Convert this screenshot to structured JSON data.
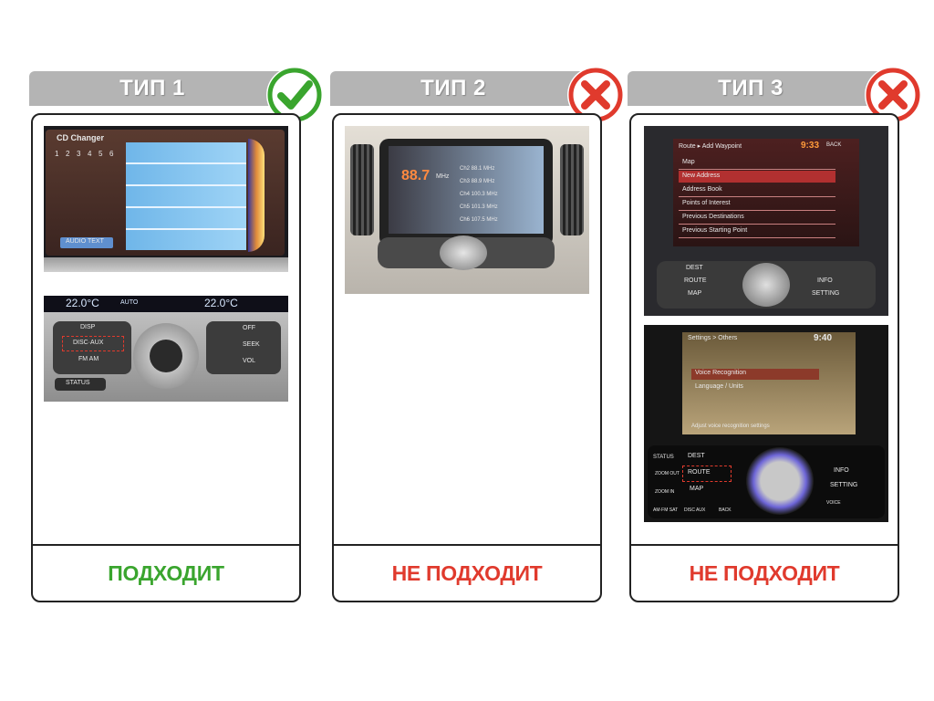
{
  "columns": [
    {
      "tab_label": "ТИП 1",
      "status_label": "ПОДХОДИТ",
      "status_color": "#3aa52e",
      "badge": "check-icon",
      "screen1": {
        "title": "CD Changer",
        "slots": [
          "1",
          "2",
          "3",
          "4",
          "5",
          "6"
        ],
        "button": "AUDIO TEXT"
      },
      "screen2": {
        "temp_left": "22.0°C",
        "mode": "AUTO",
        "temp_right": "22.0°C",
        "buttons": [
          "DISP",
          "DISC·AUX",
          "FM AM",
          "STATUS",
          "OFF",
          "SEEK",
          "VOL"
        ]
      }
    },
    {
      "tab_label": "ТИП 2",
      "status_label": "НЕ ПОДХОДИТ",
      "status_color": "#e03a2d",
      "badge": "cross-icon",
      "screen1": {
        "frequency": "88.7",
        "unit": "MHz",
        "presets": [
          "Ch2 88.1 MHz",
          "Ch3 88.9 MHz",
          "Ch4 100.3 MHz",
          "Ch5 101.3 MHz",
          "Ch6 107.5 MHz"
        ]
      }
    },
    {
      "tab_label": "ТИП 3",
      "status_label": "НЕ ПОДХОДИТ",
      "status_color": "#e03a2d",
      "badge": "cross-icon",
      "screen1": {
        "title": "Route ▸ Add Waypoint",
        "time": "9:33",
        "back": "BACK",
        "menu": [
          "Map",
          "New Address",
          "Address Book",
          "Points of Interest",
          "Previous Destinations",
          "Previous Starting Point"
        ],
        "buttons": [
          "DEST",
          "ROUTE",
          "MAP",
          "INFO",
          "SETTING"
        ]
      },
      "screen2": {
        "title": "Settings > Others",
        "time": "9:40",
        "menu": [
          "Voice Recognition",
          "Language / Units"
        ],
        "hint": "Adjust voice recognition settings",
        "buttons": [
          "STATUS",
          "DEST",
          "ROUTE",
          "MAP",
          "INFO",
          "SETTING",
          "ZOOM OUT",
          "ZOOM IN",
          "AM·FM SAT",
          "DISC AUX",
          "BACK",
          "VOICE"
        ]
      }
    }
  ],
  "colors": {
    "tab_gray": "#b4b4b4",
    "card_border": "#222222",
    "accept_green": "#3aa52e",
    "reject_red": "#e03a2d"
  }
}
